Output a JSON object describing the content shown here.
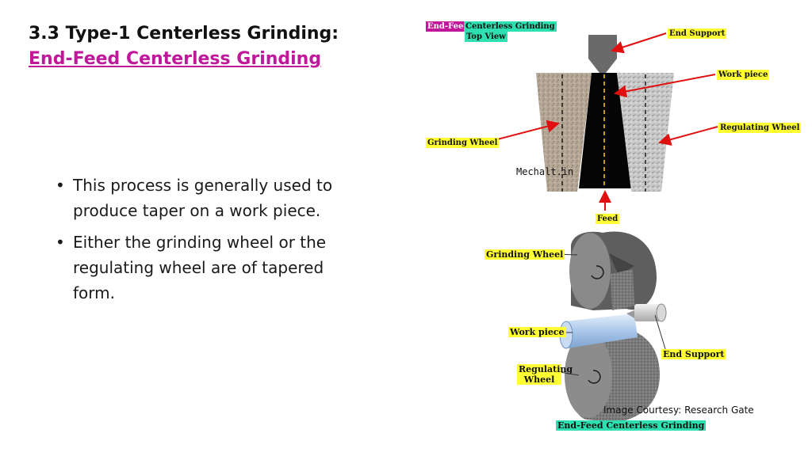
{
  "heading": {
    "line1": "3.3 Type-1 Centerless Grinding:",
    "line2": "End-Feed Centerless Grinding"
  },
  "bullets": [
    "This process is generally used to produce taper on a work piece.",
    "Either the grinding wheel or the regulating wheel are of tapered form."
  ],
  "top_figure": {
    "title_part1": "End-Feed",
    "title_part2": "Centerless Grinding",
    "title_part3": "Top View",
    "labels": {
      "end_support": "End Support",
      "work_piece": "Work piece",
      "regulating_wheel": "Regulating Wheel",
      "grinding_wheel": "Grinding Wheel",
      "feed": "Feed"
    },
    "watermark": "Mechalt.in"
  },
  "bottom_figure": {
    "labels": {
      "grinding_wheel": "Grinding Wheel",
      "work_piece": "Work piece",
      "end_support": "End Support",
      "regulating_wheel": "Regulating Wheel"
    },
    "courtesy": "Image Courtesy: Research Gate",
    "caption": "End-Feed Centerless Grinding"
  },
  "colors": {
    "highlight_yellow": "#ffff33",
    "highlight_green": "#2ee0b0",
    "highlight_magenta": "#c0189a",
    "arrow_red": "#e01010"
  }
}
